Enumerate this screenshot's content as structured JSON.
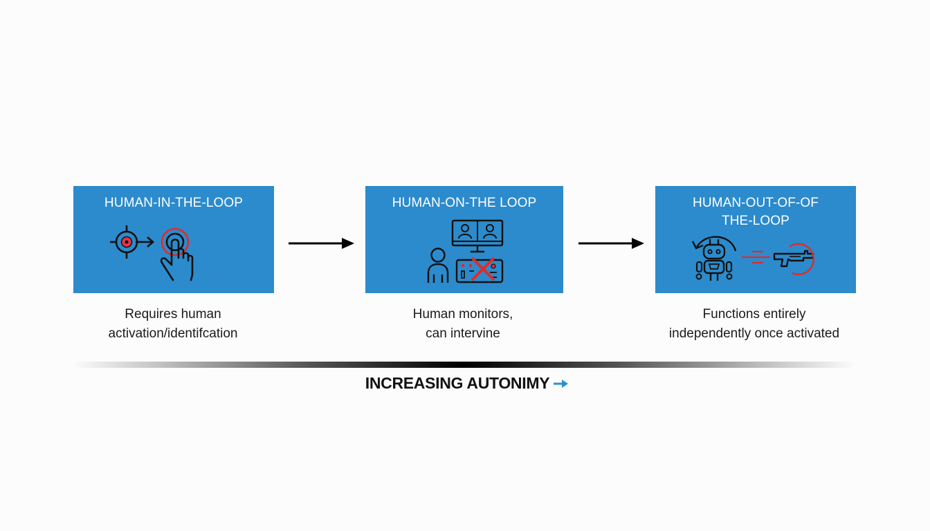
{
  "stages": [
    {
      "title": "HUMAN-IN-THE-LOOP",
      "description_lines": [
        "Requires human",
        "activation/identifcation"
      ],
      "icons": [
        "crosshair-target-icon",
        "arrow-right-icon",
        "hand-press-button-icon"
      ]
    },
    {
      "title": "HUMAN-ON-THE LOOP",
      "description_lines": [
        "Human monitors,",
        "can intervine"
      ],
      "icons": [
        "person-icon",
        "dual-monitor-icon",
        "control-panel-icon",
        "red-x-icon"
      ]
    },
    {
      "title_lines": [
        "HUMAN-OUT-OF-OF",
        "THE-LOOP"
      ],
      "description_lines": [
        "Functions entirely",
        "independently once activated"
      ],
      "icons": [
        "robot-icon",
        "cycle-arrow-icon",
        "exchange-arrows-icon",
        "gun-icon",
        "red-circle-icon"
      ]
    }
  ],
  "connectors": [
    "arrow-right-icon",
    "arrow-right-icon"
  ],
  "axis": {
    "label": "INCREASING AUTONIMY",
    "arrow_icon": "arrow-right-icon"
  },
  "colors": {
    "box_fill": "#2c8bcc",
    "box_text": "#ffffff",
    "accent_red": "#e02b2b",
    "axis_arrow": "#2a8fd6",
    "icon_stroke": "#111111"
  }
}
